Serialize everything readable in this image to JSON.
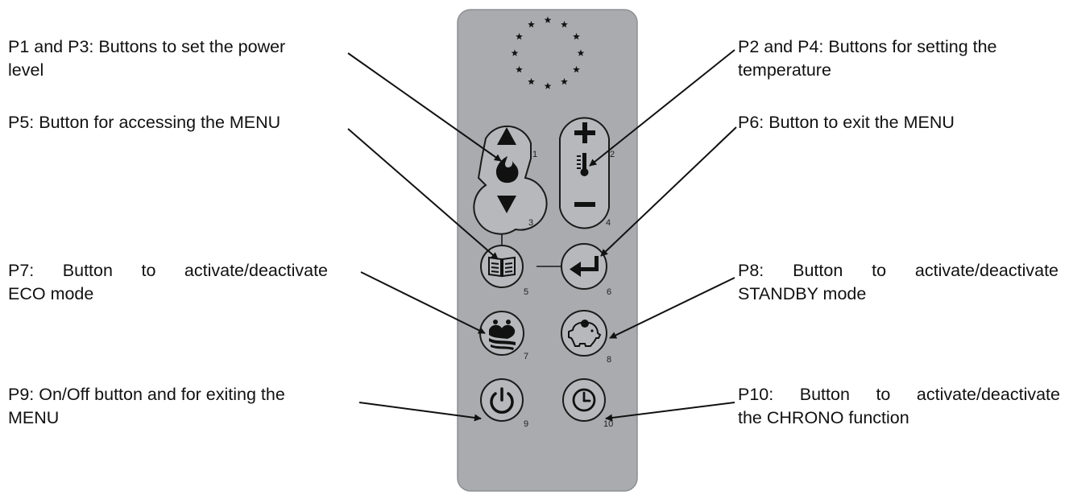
{
  "labels": {
    "p1_p3": [
      "P1 and P3: Buttons to set the power",
      "level"
    ],
    "p2_p4": [
      "P2 and P4: Buttons for setting the",
      "temperature"
    ],
    "p5": [
      "P5: Button for accessing the MENU"
    ],
    "p6": [
      "P6: Button to exit the MENU"
    ],
    "p7": [
      "P7: Button to activate/deactivate",
      "ECO mode"
    ],
    "p8": [
      "P8: Button to activate/deactivate",
      "STANDBY mode"
    ],
    "p9": [
      "P9: On/Off button and for exiting the",
      "MENU"
    ],
    "p10": [
      "P10: Button to activate/deactivate",
      "the CHRONO function"
    ]
  },
  "button_numbers": [
    "1",
    "2",
    "3",
    "4",
    "5",
    "6",
    "7",
    "8",
    "9",
    "10"
  ],
  "colors": {
    "remote_body": "#a9abae",
    "button_fill": "#b6b8bb",
    "outline": "#1a1a1a",
    "arrow": "#111111"
  },
  "icons": {
    "logo": "eu-stars-icon",
    "p1": "triangle-up-icon",
    "p2": "plus-icon",
    "p3": "triangle-down-icon",
    "p4": "minus-icon",
    "power_level": "flame-icon",
    "temperature": "thermometer-icon",
    "p5": "book-icon",
    "p6": "enter-arrow-icon",
    "p7": "eco-leaves-icon",
    "p8": "piggy-bank-icon",
    "p9": "power-icon",
    "p10": "clock-icon"
  }
}
